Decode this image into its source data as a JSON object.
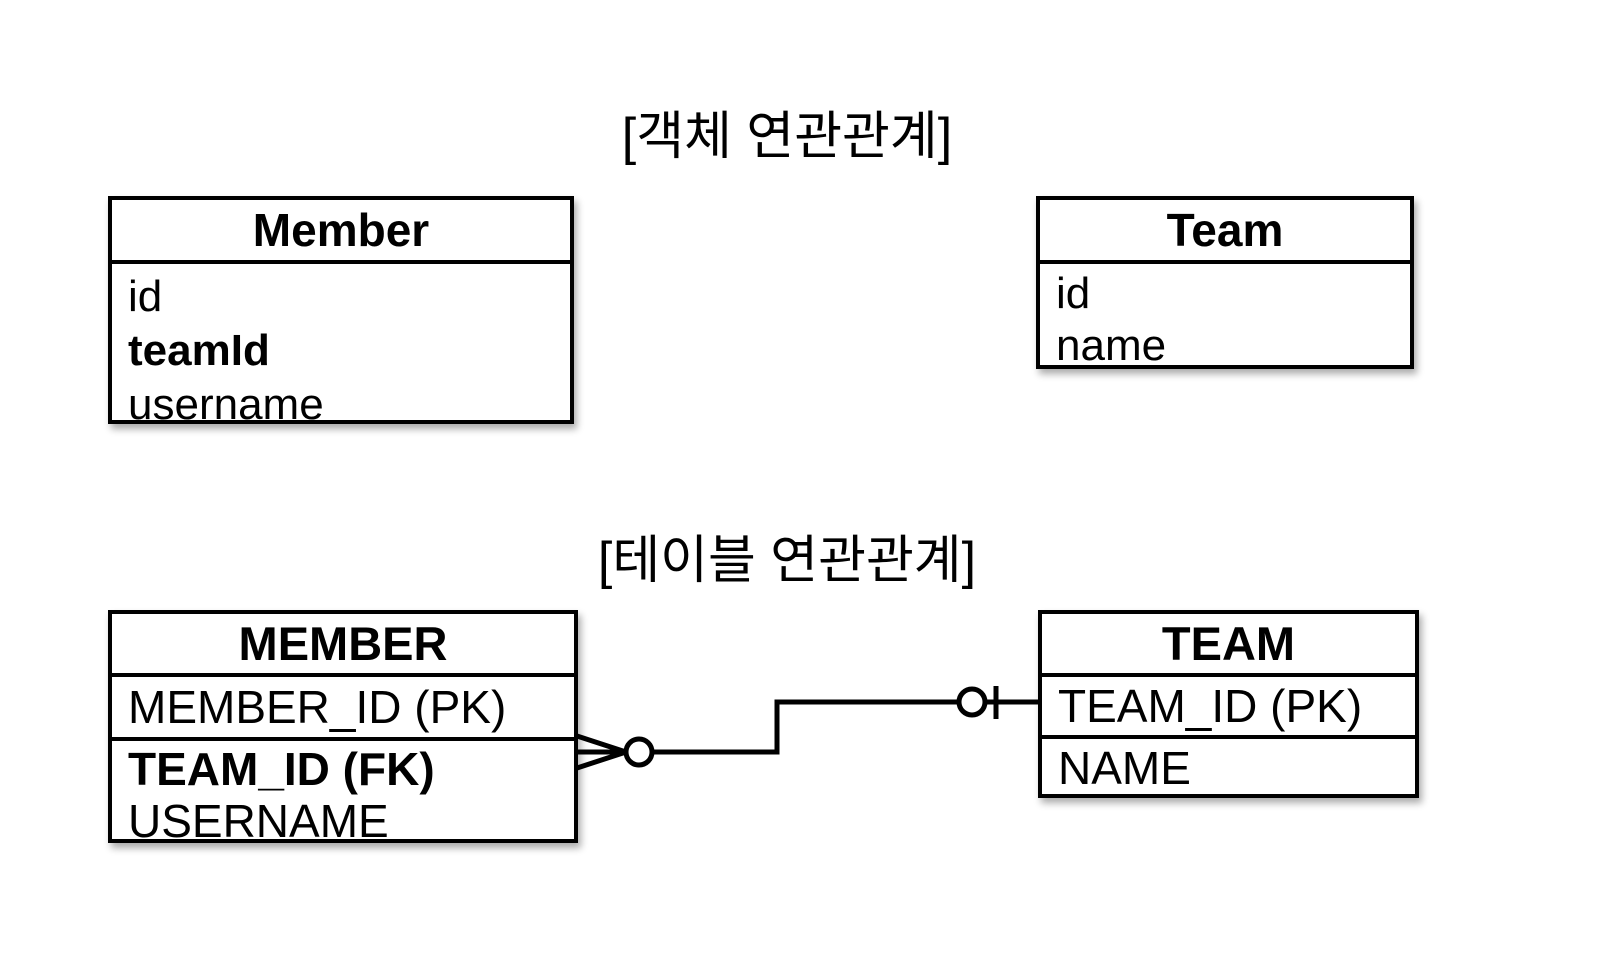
{
  "page": {
    "background_color": "#ffffff",
    "line_color": "#000000"
  },
  "object_diagram": {
    "title": "[객체 연관관계]",
    "classes": [
      {
        "name": "Member",
        "fields": [
          {
            "label": "id",
            "bold": false
          },
          {
            "label": "teamId",
            "bold": true
          },
          {
            "label": "username",
            "bold": false
          }
        ]
      },
      {
        "name": "Team",
        "fields": [
          {
            "label": "id",
            "bold": false
          },
          {
            "label": "name",
            "bold": false
          }
        ]
      }
    ]
  },
  "table_diagram": {
    "title": "[테이블 연관관계]",
    "tables": [
      {
        "name": "MEMBER",
        "rows": [
          {
            "label": "MEMBER_ID (PK)",
            "bold": false
          },
          {
            "label": "TEAM_ID (FK)",
            "bold": true
          },
          {
            "label": "USERNAME",
            "bold": false
          }
        ]
      },
      {
        "name": "TEAM",
        "rows": [
          {
            "label": "TEAM_ID (PK)",
            "bold": false
          },
          {
            "label": "NAME",
            "bold": false
          }
        ]
      }
    ],
    "relationship": {
      "member_end_symbol": "crow-foot-with-circle (zero-or-many)",
      "team_end_symbol": "circle-with-bar (zero-or-one)"
    }
  }
}
